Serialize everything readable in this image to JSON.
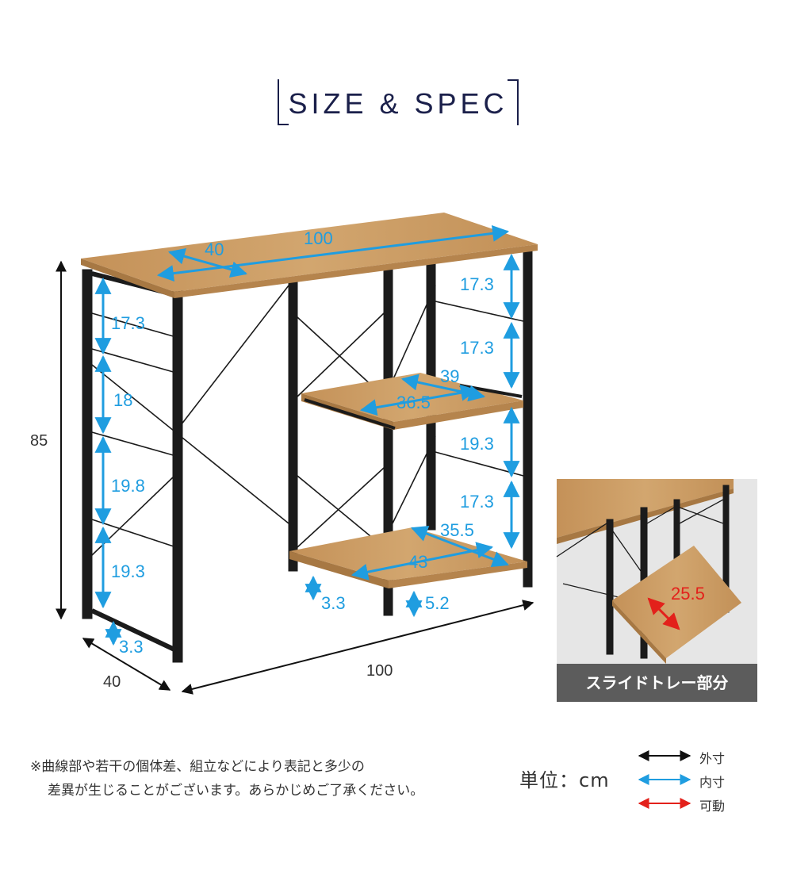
{
  "title": "SIZE & SPEC",
  "outer": {
    "height": "85",
    "depth": "40",
    "width": "100"
  },
  "top": {
    "depth": "40",
    "width": "100"
  },
  "left_gaps": [
    "17.3",
    "18",
    "19.8",
    "19.3"
  ],
  "left_foot": "3.3",
  "right_gaps": [
    "17.3",
    "17.3",
    "19.3",
    "17.3"
  ],
  "slide_tray": {
    "width_outer": "39",
    "width_inner": "36.5"
  },
  "bottom_shelf": {
    "depth": "35.5",
    "width": "43",
    "foot": "3.3",
    "bottom_gap": "5.2"
  },
  "inset": {
    "caption": "スライドトレー部分",
    "travel": "25.5"
  },
  "note": {
    "line1": "※曲線部や若干の個体差、組立などにより表記と多少の",
    "line2": "差異が生じることがございます。あらかじめご了承ください。"
  },
  "unit": "単位：cm",
  "legend": [
    {
      "label": "外寸",
      "color": "#111111"
    },
    {
      "label": "内寸",
      "color": "#1f9de0"
    },
    {
      "label": "可動",
      "color": "#e3211b"
    }
  ],
  "colors": {
    "inner": "#1f9de0",
    "outer": "#111111",
    "movable": "#e3211b",
    "wood": "#c99b61",
    "frame": "#1b1b1b"
  }
}
